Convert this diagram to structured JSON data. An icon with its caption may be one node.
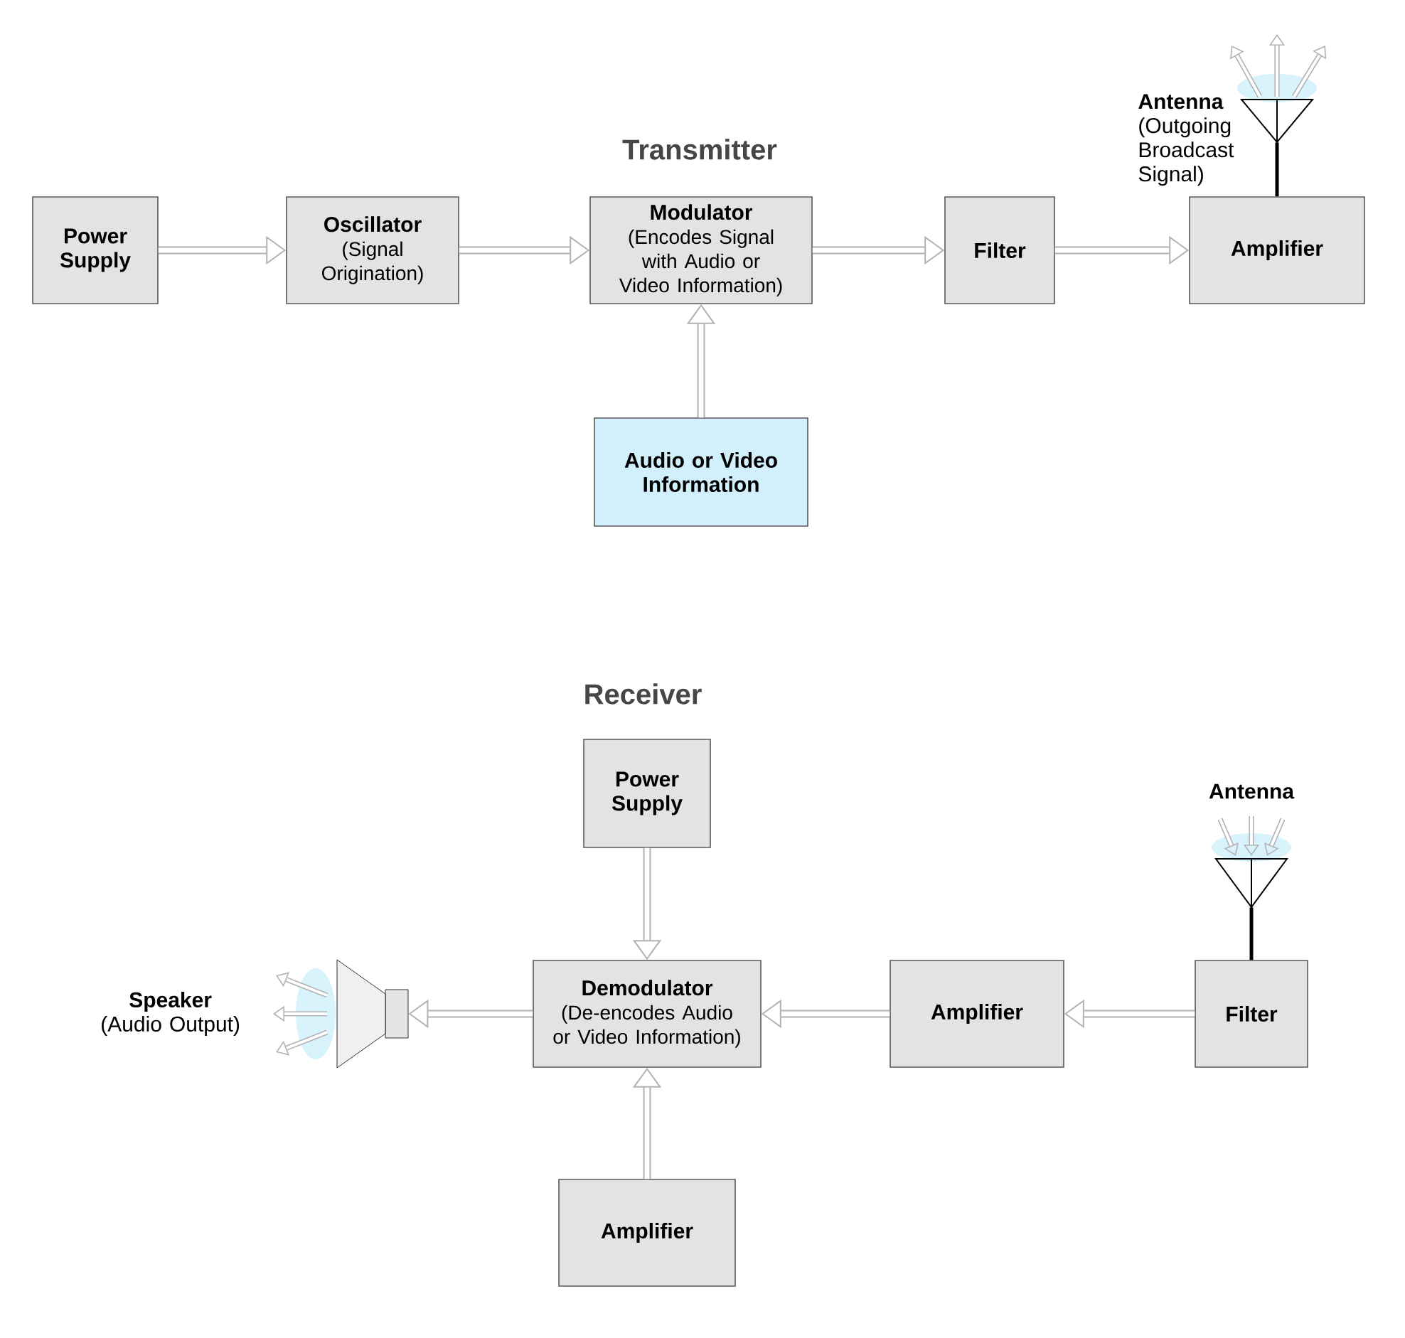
{
  "diagram": {
    "nodes": [
      {
        "text": [
          "Power Supply"
        ]
      },
      {
        "text": [
          "Oscillator",
          "(Signal Origination)"
        ]
      },
      {
        "text": [
          "Modulator",
          "(Encodes Signal with Audio or Video Information)"
        ]
      },
      {
        "text": [
          "Filter"
        ]
      },
      {
        "text": [
          "Amplifier"
        ]
      },
      {
        "text": [
          "Audio or Video Information"
        ]
      },
      {
        "text": [],
        "shape": "antenna",
        "beside": [
          "Antenna",
          "(Outgoing Broadcast Signal)"
        ]
      },
      {
        "text": [
          "Power Supply"
        ]
      },
      {
        "text": [
          "Demodulator",
          "(De-encodes Audio or Video Information)"
        ]
      },
      {
        "text": [
          "Amplifier"
        ]
      },
      {
        "text": [
          "Filter"
        ]
      },
      {
        "text": [],
        "shape": "antenna",
        "beside": [
          "Antenna"
        ]
      },
      {
        "text": [
          "Amplifier"
        ]
      },
      {
        "text": [],
        "shape": "speaker",
        "beside": [
          "Speaker",
          "(Audio Output)"
        ]
      }
    ],
    "edges": [
      {
        "from": 0,
        "to": 1,
        "arrow": "to"
      },
      {
        "from": 1,
        "to": 2,
        "arrow": "to"
      },
      {
        "from": 2,
        "to": 3,
        "arrow": "to"
      },
      {
        "from": 3,
        "to": 4,
        "arrow": "to"
      },
      {
        "from": 5,
        "to": 2,
        "arrow": "to"
      },
      {
        "from": 4,
        "to": 6,
        "arrow": "none",
        "color": "#000000"
      },
      {
        "from": 11,
        "to": 10,
        "arrow": "none",
        "color": "#000000"
      },
      {
        "from": 10,
        "to": 9,
        "arrow": "to"
      },
      {
        "from": 9,
        "to": 8,
        "arrow": "to"
      },
      {
        "from": 7,
        "to": 8,
        "arrow": "to"
      },
      {
        "from": 12,
        "to": 8,
        "arrow": "to"
      },
      {
        "from": 8,
        "to": 13,
        "arrow": "to"
      }
    ],
    "labels": [
      "Transmitter",
      "Receiver"
    ]
  }
}
